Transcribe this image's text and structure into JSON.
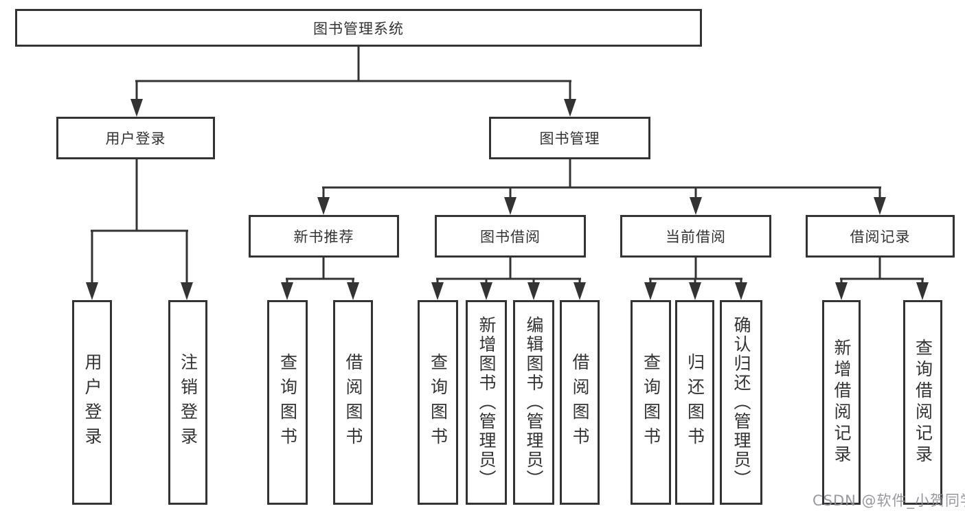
{
  "colors": {
    "line": "#333333",
    "box_border": "#333333",
    "text": "#333333",
    "background": "#ffffff",
    "watermark_gray": "#8e8e96"
  },
  "watermark": {
    "text": "CSDN @软件_小贺同学"
  },
  "diagram": {
    "type": "hierarchy-tree",
    "root": {
      "label": "图书管理系统",
      "children": [
        {
          "label": "用户登录",
          "children": [
            {
              "label": "用户登录"
            },
            {
              "label": "注销登录"
            }
          ]
        },
        {
          "label": "图书管理",
          "children": [
            {
              "label": "新书推荐",
              "children": [
                {
                  "label": "查询图书"
                },
                {
                  "label": "借阅图书"
                }
              ]
            },
            {
              "label": "图书借阅",
              "children": [
                {
                  "label": "查询图书"
                },
                {
                  "label": "新增图书（管理员）"
                },
                {
                  "label": "编辑图书（管理员）"
                },
                {
                  "label": "借阅图书"
                }
              ]
            },
            {
              "label": "当前借阅",
              "children": [
                {
                  "label": "查询图书"
                },
                {
                  "label": "归还图书"
                },
                {
                  "label": "确认归还（管理员）"
                }
              ]
            },
            {
              "label": "借阅记录",
              "children": [
                {
                  "label": "新增借阅记录"
                },
                {
                  "label": "查询借阅记录"
                }
              ]
            }
          ]
        }
      ]
    }
  }
}
